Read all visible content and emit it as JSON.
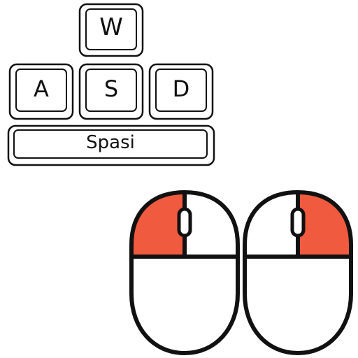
{
  "keyboard": {
    "keys": {
      "w": "W",
      "a": "A",
      "s": "S",
      "d": "D",
      "space": "Spasi"
    }
  },
  "mice": [
    {
      "name": "left-click",
      "highlighted_button": "left"
    },
    {
      "name": "right-click",
      "highlighted_button": "right"
    }
  ],
  "colors": {
    "highlight": "#F05A3F",
    "outline": "#111111",
    "background": "#FFFFFF"
  }
}
